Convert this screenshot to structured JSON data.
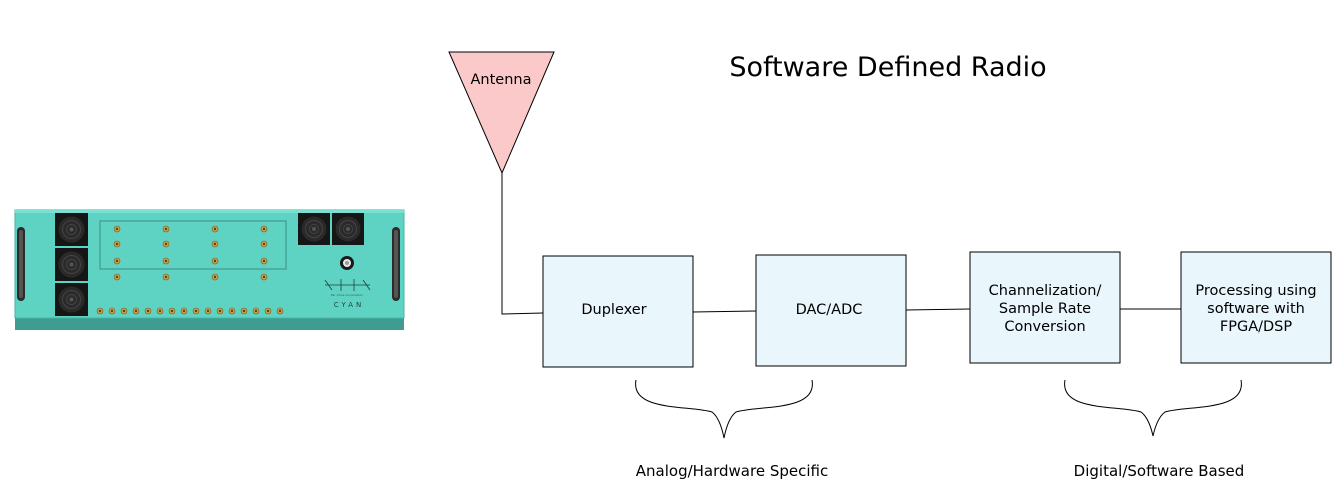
{
  "title": "Software Defined Radio",
  "antenna": {
    "label": "Antenna",
    "color": "#fbc9c9"
  },
  "blocks": [
    {
      "lines": [
        "Duplexer"
      ]
    },
    {
      "lines": [
        "DAC/ADC"
      ]
    },
    {
      "lines": [
        "Channelization/",
        "Sample Rate",
        "Conversion"
      ]
    },
    {
      "lines": [
        "Processing using",
        "software with",
        "FPGA/DSP"
      ]
    }
  ],
  "groups": [
    {
      "label": "Analog/Hardware Specific"
    },
    {
      "label": "Digital/Software Based"
    }
  ],
  "device": {
    "brand": "CYAN",
    "maker": "Per Vices Corporation",
    "color": "#5fd3c3"
  },
  "colors": {
    "block_fill": "#e9f6fc",
    "antenna_fill": "#fbc9c9",
    "device_body": "#5fd3c3"
  }
}
